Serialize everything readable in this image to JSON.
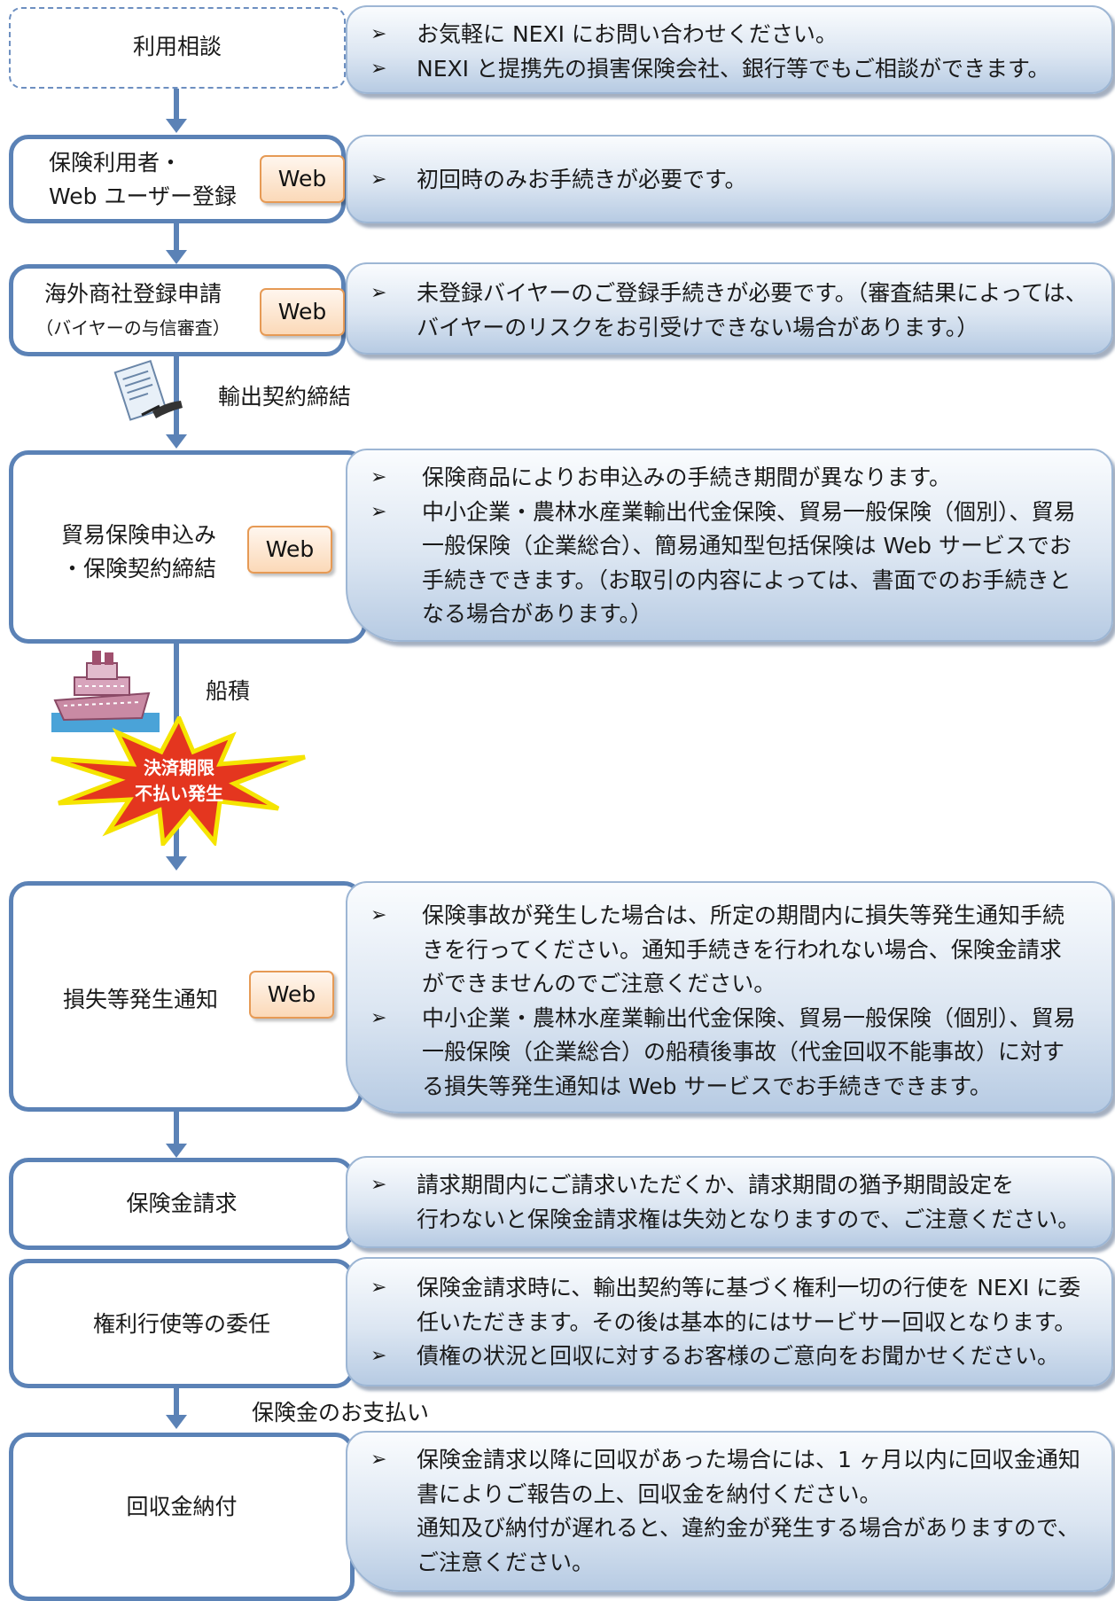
{
  "colors": {
    "accent": "#5b82b6",
    "web_button": "#fbd9b8",
    "burst_fill": "#e4361f",
    "burst_border": "#f5e400"
  },
  "web_label": "Web",
  "bullet_glyph": "➢",
  "steps": [
    {
      "label": "利用相談",
      "info": [
        "お気軽に NEXI にお問い合わせください。",
        "NEXI と提携先の損害保険会社、銀行等でもご相談ができます。"
      ]
    },
    {
      "label_lines": [
        "保険利用者・",
        "Web ユーザー登録"
      ],
      "info": [
        "初回時のみお手続きが必要です。"
      ]
    },
    {
      "label_lines": [
        "海外商社登録申請",
        "（バイヤーの与信審査）"
      ],
      "info": [
        "未登録バイヤーのご登録手続きが必要です。（審査結果によっては、",
        "バイヤーのリスクをお引受けできない場合があります。）"
      ]
    },
    {
      "label_lines": [
        "貿易保険申込み",
        "・保険契約締結"
      ],
      "info": [
        "保険商品によりお申込みの手続き期間が異なります。",
        "中小企業・農林水産業輸出代金保険、貿易一般保険（個別）、貿易",
        "一般保険（企業総合）、簡易通知型包括保険は Web サービスでお",
        "手続きできます。（お取引の内容によっては、書面でのお手続きと",
        "なる場合があります。）"
      ]
    },
    {
      "label": "損失等発生通知",
      "info": [
        "保険事故が発生した場合は、所定の期間内に損失等発生通知手続",
        "きを行ってください。通知手続きを行われない場合、保険金請求",
        "ができませんのでご注意ください。",
        "中小企業・農林水産業輸出代金保険、貿易一般保険（個別）、貿易",
        "一般保険（企業総合）の船積後事故（代金回収不能事故）に対す",
        "る損失等発生通知は Web サービスでお手続きできます。"
      ]
    },
    {
      "label": "保険金請求",
      "info": [
        "請求期間内にご請求いただくか、請求期間の猶予期間設定を",
        "行わないと保険金請求権は失効となりますので、ご注意ください。"
      ]
    },
    {
      "label": "権利行使等の委任",
      "info": [
        "保険金請求時に、輸出契約等に基づく権利一切の行使を NEXI に委",
        "任いただきます。その後は基本的にはサービサー回収となります。",
        "債権の状況と回収に対するお客様のご意向をお聞かせください。"
      ]
    },
    {
      "label": "回収金納付",
      "info": [
        "保険金請求以降に回収があった場合には、1 ヶ月以内に回収金通知",
        "書によりご報告の上、回収金を納付ください。",
        "通知及び納付が遅れると、違約金が発生する場合がありますので、",
        "ご注意ください。"
      ]
    }
  ],
  "annotations": {
    "export_contract": "輸出契約締結",
    "shipment": "船積",
    "burst_line1": "決済期限",
    "burst_line2": "不払い発生",
    "payment": "保険金のお支払い"
  },
  "icons": {
    "contract": "contract-signing-icon",
    "ship": "cargo-ship-icon",
    "burst": "explosion-burst-icon"
  }
}
